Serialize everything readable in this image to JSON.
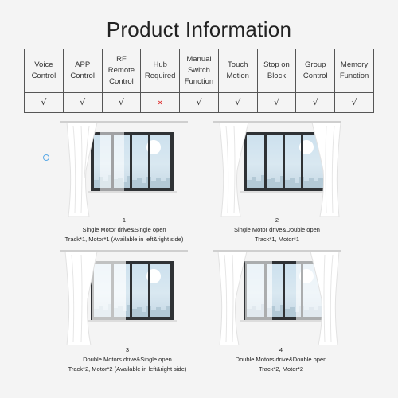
{
  "title": "Product Information",
  "features": [
    {
      "label": "Voice Control",
      "value": "√",
      "supported": true
    },
    {
      "label": "APP Control",
      "value": "√",
      "supported": true
    },
    {
      "label": "RF Remote Control",
      "value": "√",
      "supported": true
    },
    {
      "label": "Hub Required",
      "value": "×",
      "supported": false
    },
    {
      "label": "Manual Switch Function",
      "value": "√",
      "supported": true
    },
    {
      "label": "Touch Motion",
      "value": "√",
      "supported": true
    },
    {
      "label": "Stop on Block",
      "value": "√",
      "supported": true
    },
    {
      "label": "Group Control",
      "value": "√",
      "supported": true
    },
    {
      "label": "Memory Function",
      "value": "√",
      "supported": true
    }
  ],
  "scenes": [
    {
      "number": "1",
      "line1": "Single Motor drive&Single open",
      "line2": "Track*1, Motor*1 (Available in left&right side)"
    },
    {
      "number": "2",
      "line1": "Single Motor drive&Double open",
      "line2": "Track*1, Motor*1"
    },
    {
      "number": "3",
      "line1": "Double Motors drive&Single open",
      "line2": "Track*2, Motor*2 (Available in left&right side)"
    },
    {
      "number": "4",
      "line1": "Double Motors drive&Double open",
      "line2": "Track*2, Motor*2"
    }
  ]
}
